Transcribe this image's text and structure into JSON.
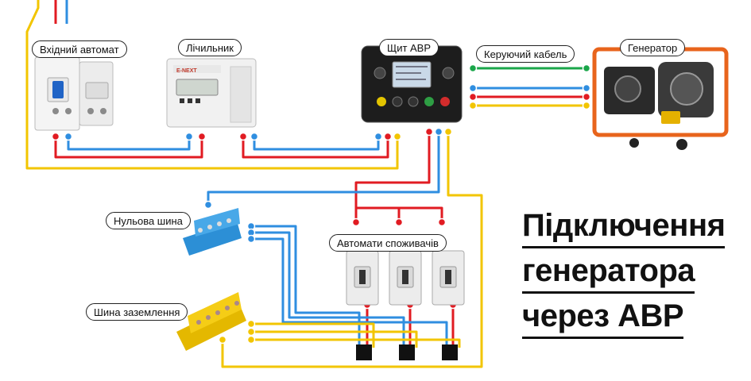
{
  "labels": {
    "input_breaker": "Вхідний автомат",
    "meter": "Лічильник",
    "ats_panel": "Щит АВР",
    "control_cable": "Керуючий кабель",
    "generator": "Генератор",
    "neutral_bus": "Нульова шина",
    "consumer_breakers": "Автомати споживачів",
    "ground_bus": "Шина заземлення"
  },
  "title": {
    "line1": "Підключення",
    "line2": "генератора",
    "line3": "через АВР"
  },
  "meter_brand": "E-NEXT",
  "wire_colors": {
    "phase": "#e11b22",
    "neutral": "#2f8ee0",
    "ground": "#f2c500",
    "control": "#1aa64a"
  }
}
